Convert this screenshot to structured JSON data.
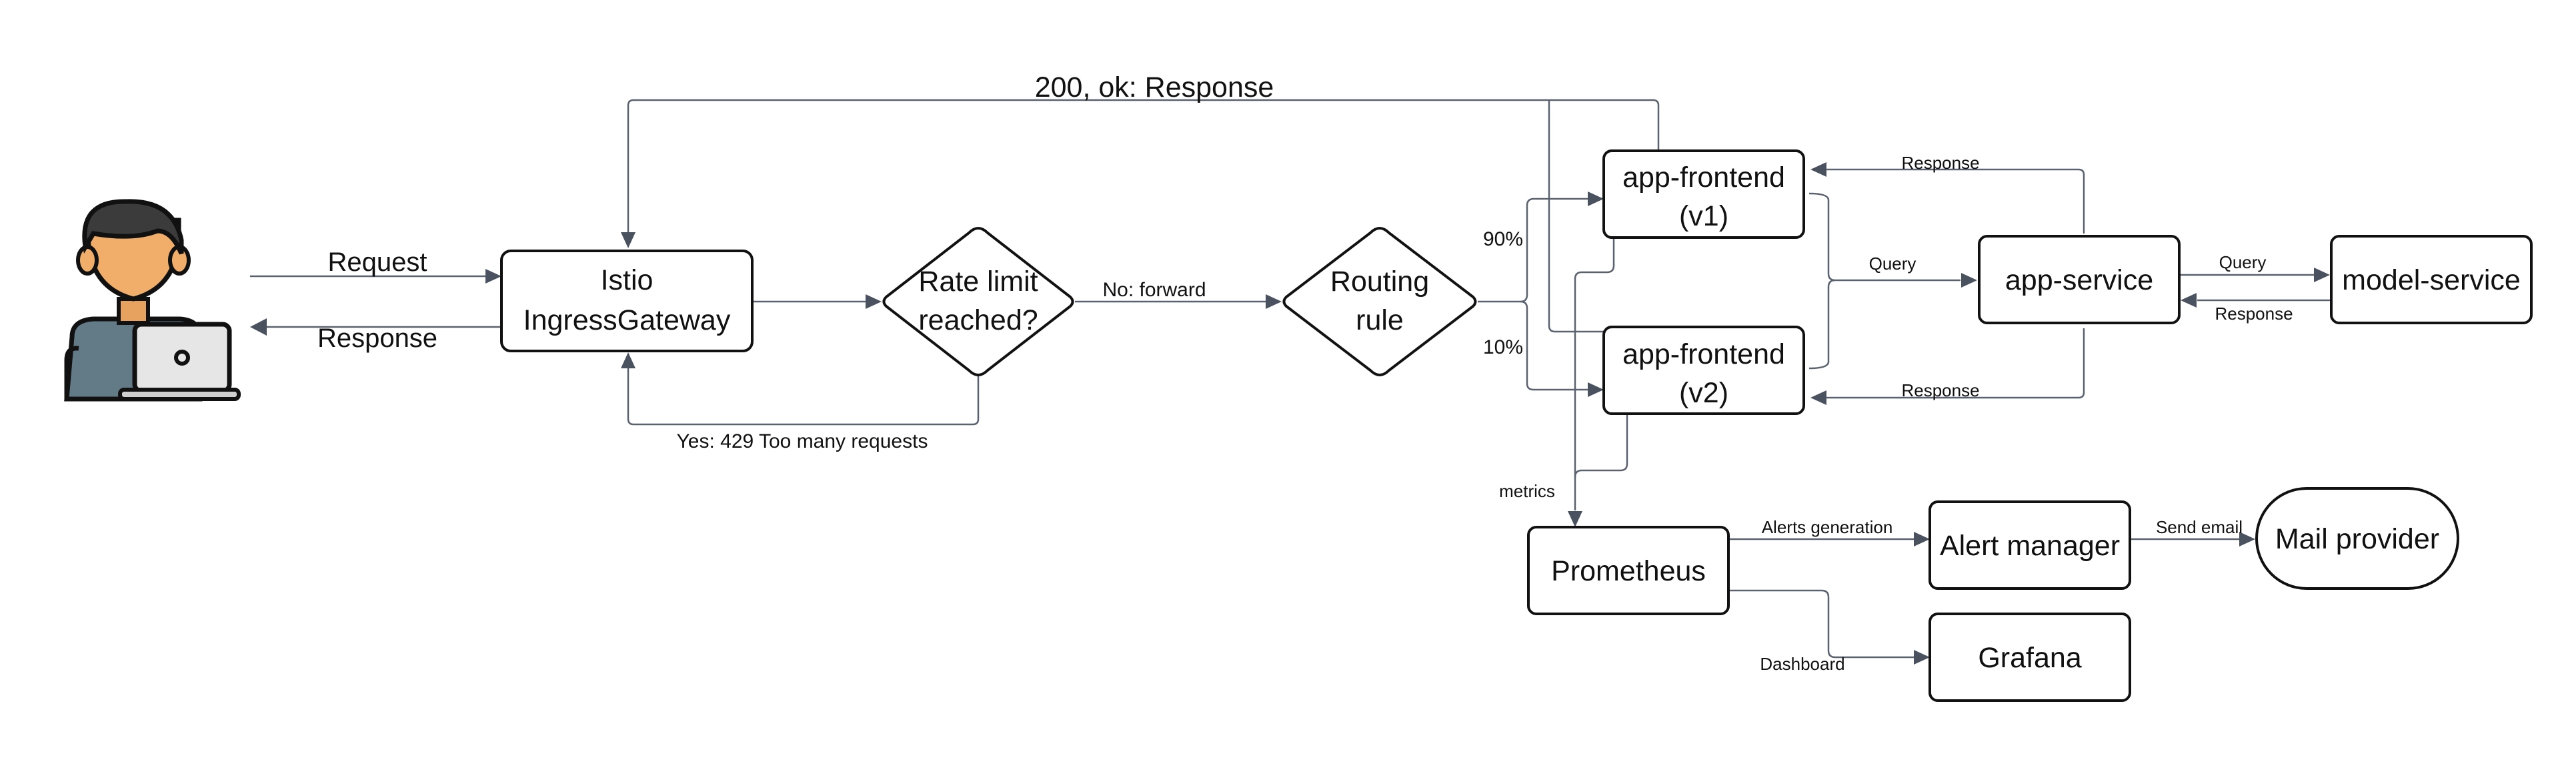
{
  "nodes": {
    "istio": {
      "line1": "Istio",
      "line2": "IngressGateway"
    },
    "rate_limit": {
      "line1": "Rate limit",
      "line2": "reached?"
    },
    "routing": {
      "line1": "Routing",
      "line2": "rule"
    },
    "frontend_v1": {
      "line1": "app-frontend",
      "line2": "(v1)"
    },
    "frontend_v2": {
      "line1": "app-frontend",
      "line2": "(v2)"
    },
    "app_service": {
      "label": "app-service"
    },
    "model_service": {
      "label": "model-service"
    },
    "prometheus": {
      "label": "Prometheus"
    },
    "alert_manager": {
      "label": "Alert manager"
    },
    "mail_provider": {
      "label": "Mail provider"
    },
    "grafana": {
      "label": "Grafana"
    }
  },
  "edges": {
    "request": "Request",
    "response_user": "Response",
    "ok_response": "200, ok: Response",
    "no_forward": "No: forward",
    "too_many": "Yes: 429 Too many requests",
    "pct_90": "90%",
    "pct_10": "10%",
    "query_frontend": "Query",
    "response_v1": "Response",
    "response_v2": "Response",
    "query_model": "Query",
    "response_model": "Response",
    "metrics": "metrics",
    "alerts_generation": "Alerts generation",
    "send_email": "Send email",
    "dashboard": "Dashboard"
  },
  "icons": {
    "user": "user-with-laptop-icon"
  },
  "colors": {
    "node_border": "#111111",
    "connector": "#5a6270",
    "skin": "#f0ae6a",
    "hair": "#3b3b3b",
    "shirt": "#637a87"
  }
}
